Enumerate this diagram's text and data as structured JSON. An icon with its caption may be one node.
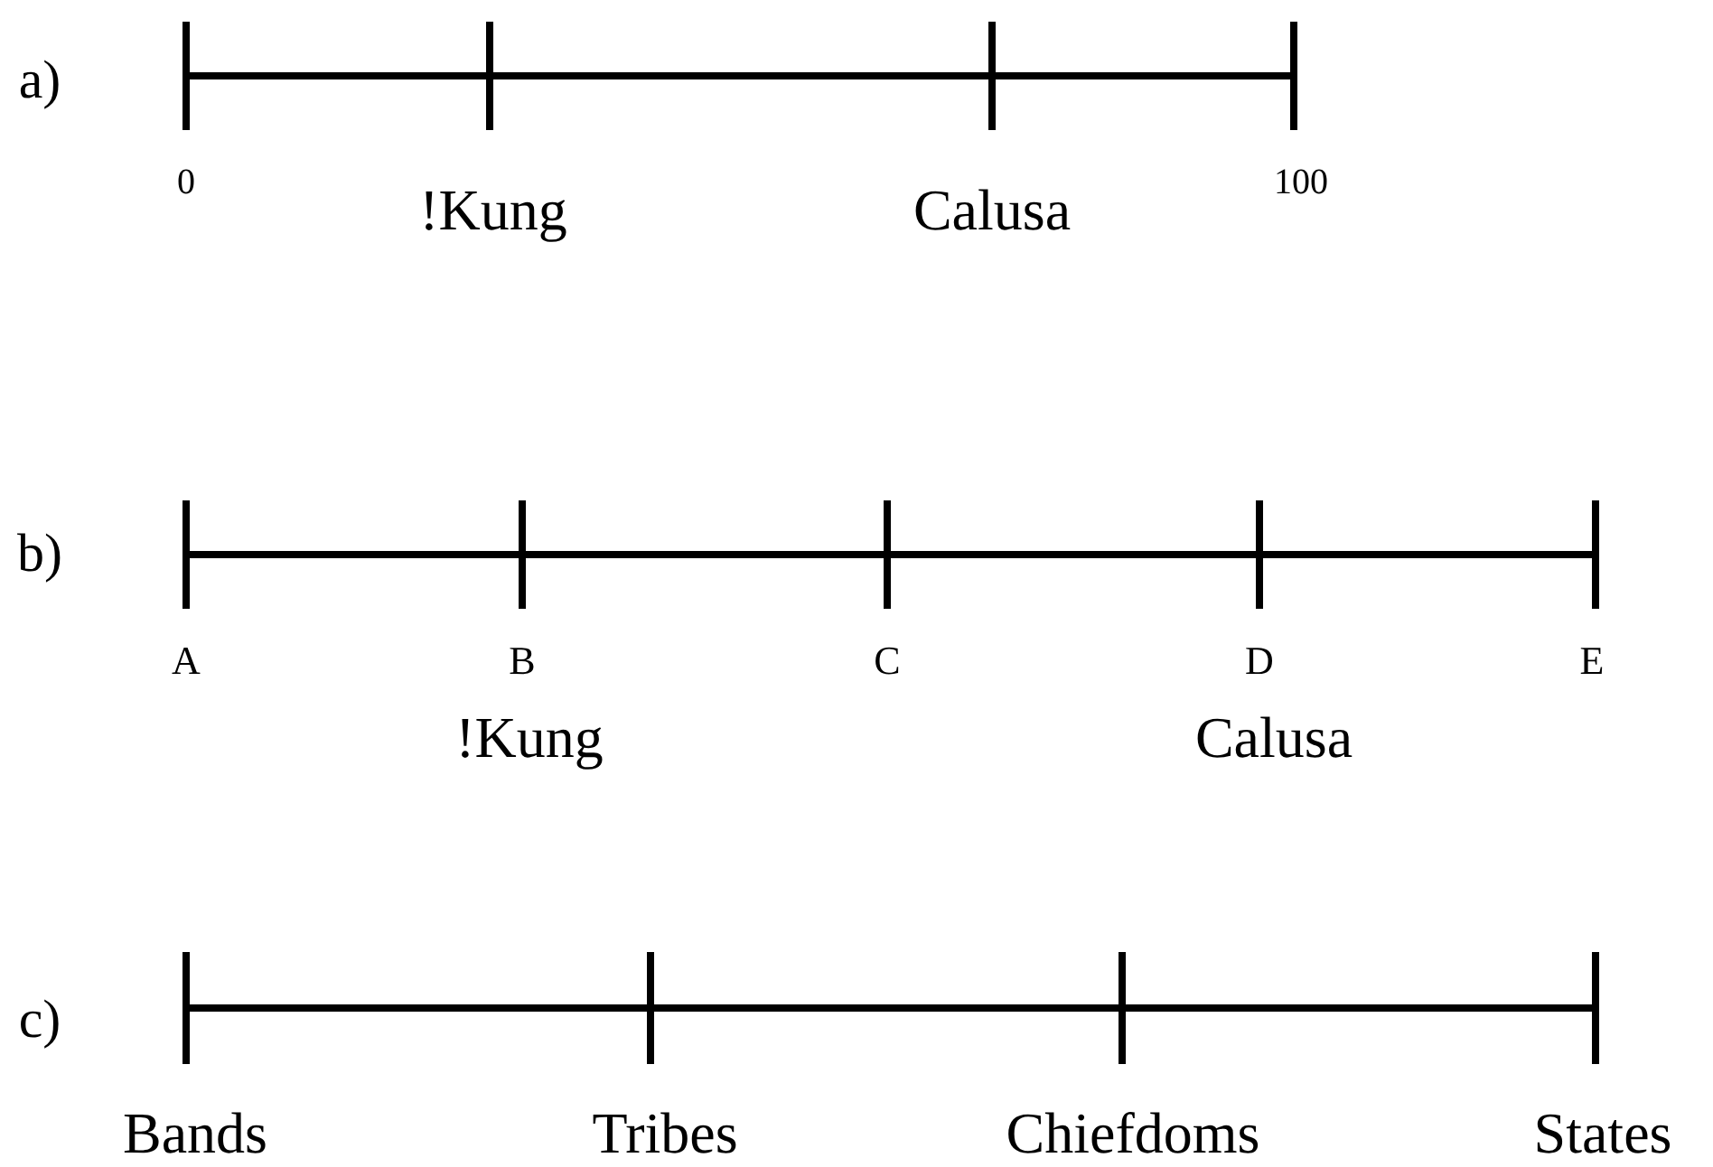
{
  "diagram": {
    "labels": [
      "a)",
      "0",
      "!Kung",
      "Calusa",
      "100",
      "b)",
      "A",
      "B",
      "C",
      "D",
      "E",
      "!Kung",
      "Calusa",
      "c)",
      "Bands",
      "Tribes",
      "Chiefdoms",
      "States"
    ]
  }
}
